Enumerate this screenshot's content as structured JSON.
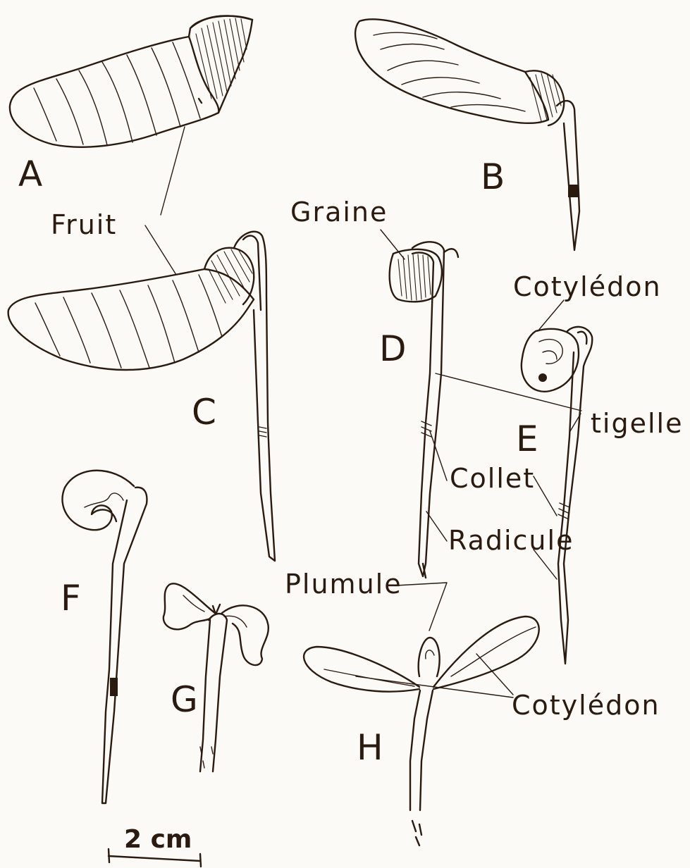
{
  "panels": [
    "A",
    "B",
    "C",
    "D",
    "E",
    "F",
    "G",
    "H"
  ],
  "labels": {
    "fruit": "Fruit",
    "graine": "Graine",
    "cotyledon_top": "Cotylédon",
    "tigelle": "tigelle",
    "collet": "Collet",
    "radicule": "Radicule",
    "plumule": "Plumule",
    "cotyledon_bottom": "Cotylédon"
  },
  "scale_bar": {
    "label": "2 cm"
  },
  "colors": {
    "ink": "#2a1a10",
    "paper": "#fbfaf6"
  }
}
